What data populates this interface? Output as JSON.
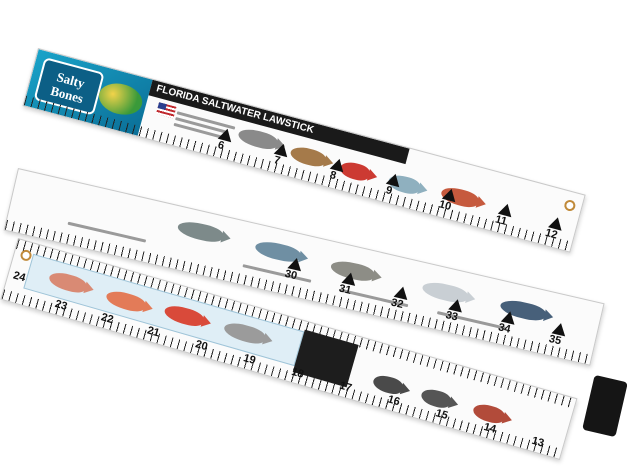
{
  "product": {
    "brand": "Salty Bones",
    "title": "FLORIDA SALTWATER LAWSTICK"
  },
  "ruler_numbers_front": [
    "6",
    "7",
    "8",
    "9",
    "10",
    "11",
    "12"
  ],
  "ruler_numbers_back": [
    "13",
    "14",
    "15",
    "16",
    "17",
    "18",
    "19",
    "20",
    "21",
    "22",
    "23",
    "24"
  ],
  "ruler_numbers_lower": [
    "30",
    "31",
    "32",
    "33",
    "34",
    "35"
  ],
  "colors": {
    "header_blue": "#0b6f97",
    "logo_ring": "#ffffff",
    "tick_black": "#111111"
  },
  "icons": [
    "flag-icon",
    "fish-icon",
    "hanging-hole-icon",
    "handle-cap-icon"
  ]
}
